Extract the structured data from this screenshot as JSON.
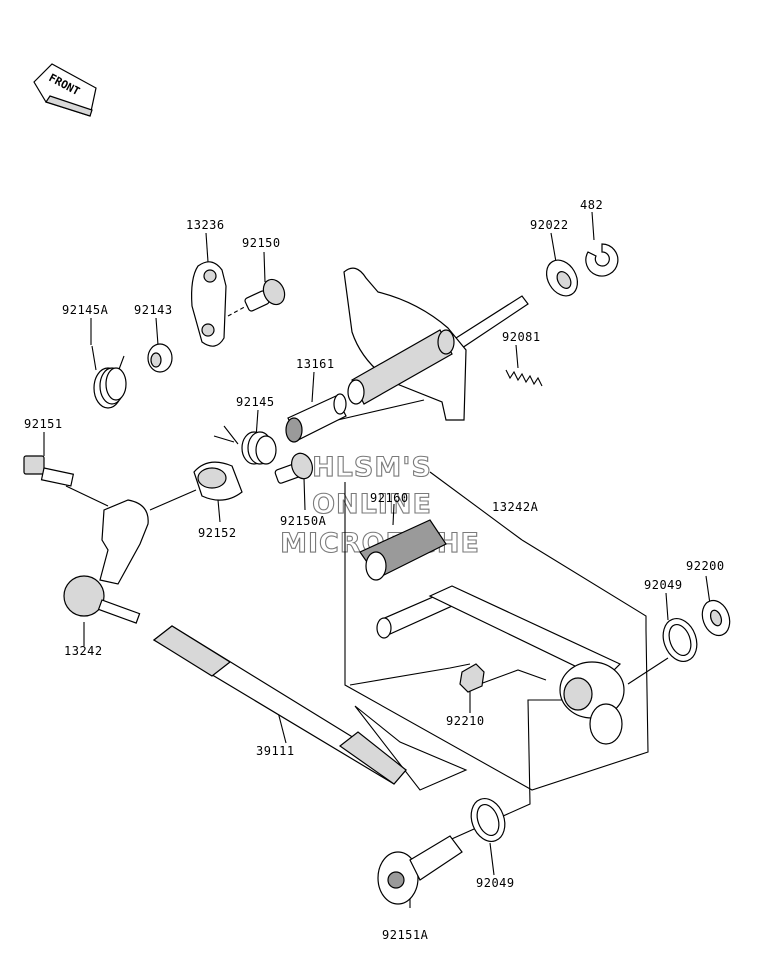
{
  "front_marker": "FRONT",
  "watermark": [
    "HLSM'S",
    "ONLINE",
    "MICROFICHE"
  ],
  "parts": {
    "p482": "482",
    "p92022": "92022",
    "p13236": "13236",
    "p92150": "92150",
    "p92145A": "92145A",
    "p92143": "92143",
    "p92081": "92081",
    "p13161": "13161",
    "p92145": "92145",
    "p92151": "92151",
    "p92152": "92152",
    "p92150A": "92150A",
    "p92160": "92160",
    "p13242A": "13242A",
    "p92200": "92200",
    "p92049a": "92049",
    "p13242": "13242",
    "p92210": "92210",
    "p39111": "39111",
    "p92049b": "92049",
    "p92151A": "92151A"
  }
}
